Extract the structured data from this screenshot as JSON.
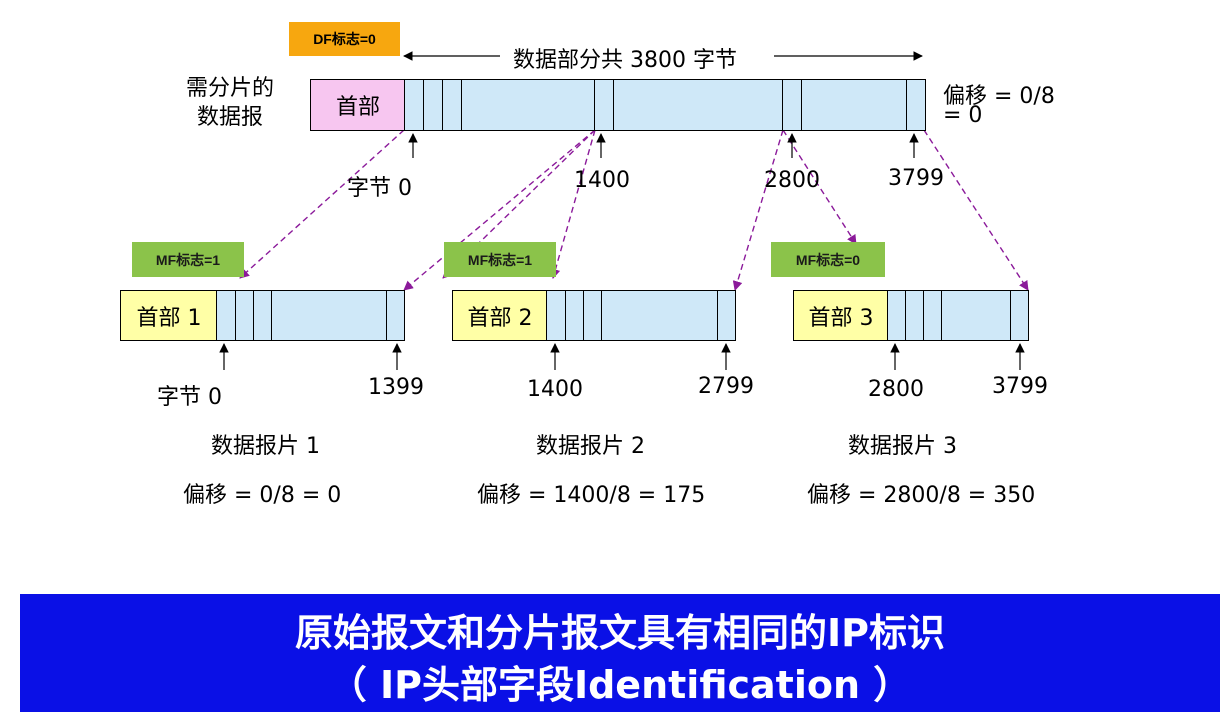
{
  "df_tag": "DF标志=0",
  "data_span_label": "数据部分共 3800 字节",
  "datagram_label_line1": "需分片的",
  "datagram_label_line2": "数据报",
  "main_header_label": "首部",
  "main_offset_line1": "偏移 = 0/8",
  "main_offset_line2": "= 0",
  "main_byte_labels": [
    "字节 0",
    "1400",
    "2800",
    "3799"
  ],
  "fragments": [
    {
      "mf_tag": "MF标志=1",
      "header": "首部 1",
      "start_label": "字节 0",
      "end_label": "1399",
      "name": "数据报片 1",
      "offset": "偏移 = 0/8 = 0"
    },
    {
      "mf_tag": "MF标志=1",
      "header": "首部 2",
      "start_label": "1400",
      "end_label": "2799",
      "name": "数据报片 2",
      "offset": "偏移 = 1400/8 = 175"
    },
    {
      "mf_tag": "MF标志=0",
      "header": "首部 3",
      "start_label": "2800",
      "end_label": "3799",
      "name": "数据报片 3",
      "offset": "偏移 = 2800/8 = 350"
    }
  ],
  "banner_line1": "原始报文和分片报文具有相同的IP标识",
  "banner_line2": "（ IP头部字段Identification ）",
  "colors": {
    "header_main": "#f7c6f0",
    "header_fragment": "#ffffa6",
    "data": "#cfe8f8",
    "banner": "#0a10e6",
    "arrow_dashed": "#8b1a9a",
    "df_tag": "#f7a70f",
    "mf_tag": "#8bc34a"
  }
}
